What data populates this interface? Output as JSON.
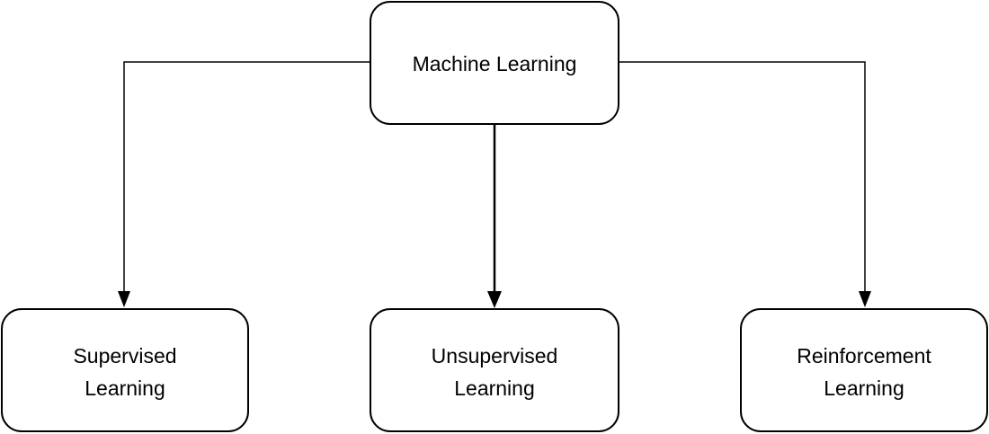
{
  "diagram": {
    "root": {
      "label": "Machine Learning"
    },
    "children": [
      {
        "line1": "Supervised",
        "line2": "Learning"
      },
      {
        "line1": "Unsupervised",
        "line2": "Learning"
      },
      {
        "line1": "Reinforcement",
        "line2": "Learning"
      }
    ]
  },
  "colors": {
    "stroke": "#000000",
    "fill": "#ffffff"
  }
}
